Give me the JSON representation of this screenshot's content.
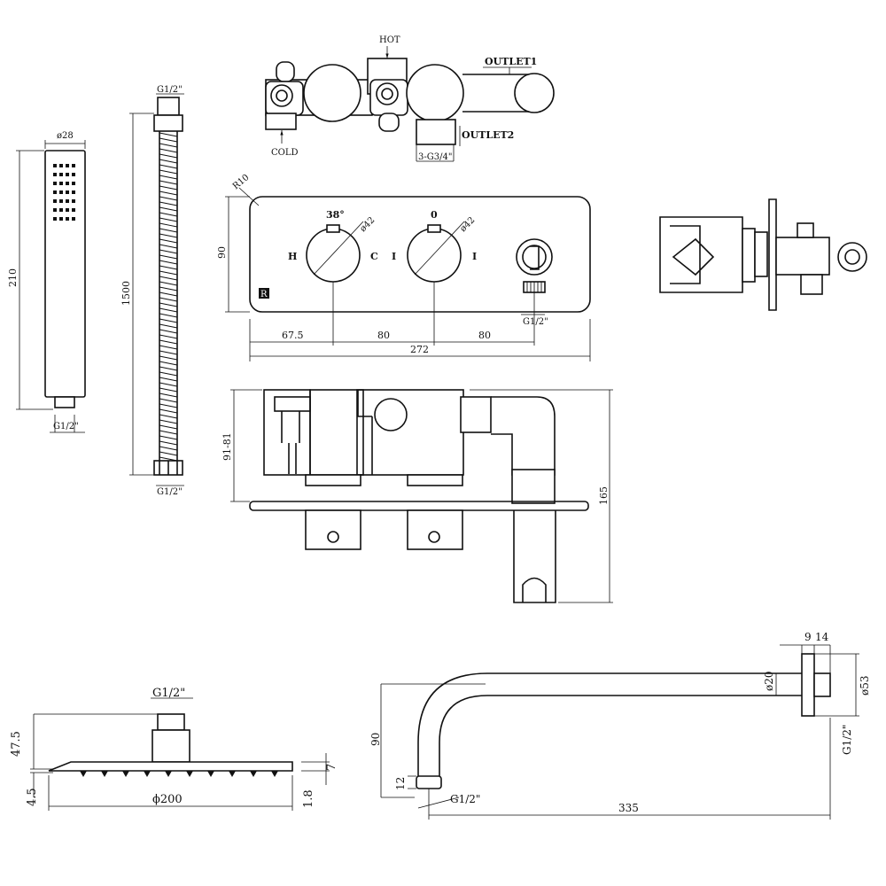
{
  "labels": {
    "hot": "HOT",
    "cold": "COLD",
    "outlet1": "OUTLET1",
    "outlet2": "OUTLET2",
    "inlet_thread": "3-G3/4\"",
    "radius": "R10",
    "angle": "38°",
    "zero": "0",
    "dia42": "ø42",
    "dia28": "ø28",
    "dia20": "ø20",
    "dia53": "ø53",
    "dia200": "ϕ200",
    "h": "H",
    "c": "C",
    "i": "I",
    "g12": "G1/2\"",
    "brand": "R"
  },
  "dims": {
    "d90": "90",
    "d67": "67.5",
    "d80": "80",
    "d272": "272",
    "d210": "210",
    "d1500": "1500",
    "d9181": "91-81",
    "d165": "165",
    "d475": "47.5",
    "d45": "4.5",
    "d7": "7",
    "d18": "1.8",
    "d12": "12",
    "d335": "335",
    "d9": "9",
    "d14": "14"
  }
}
